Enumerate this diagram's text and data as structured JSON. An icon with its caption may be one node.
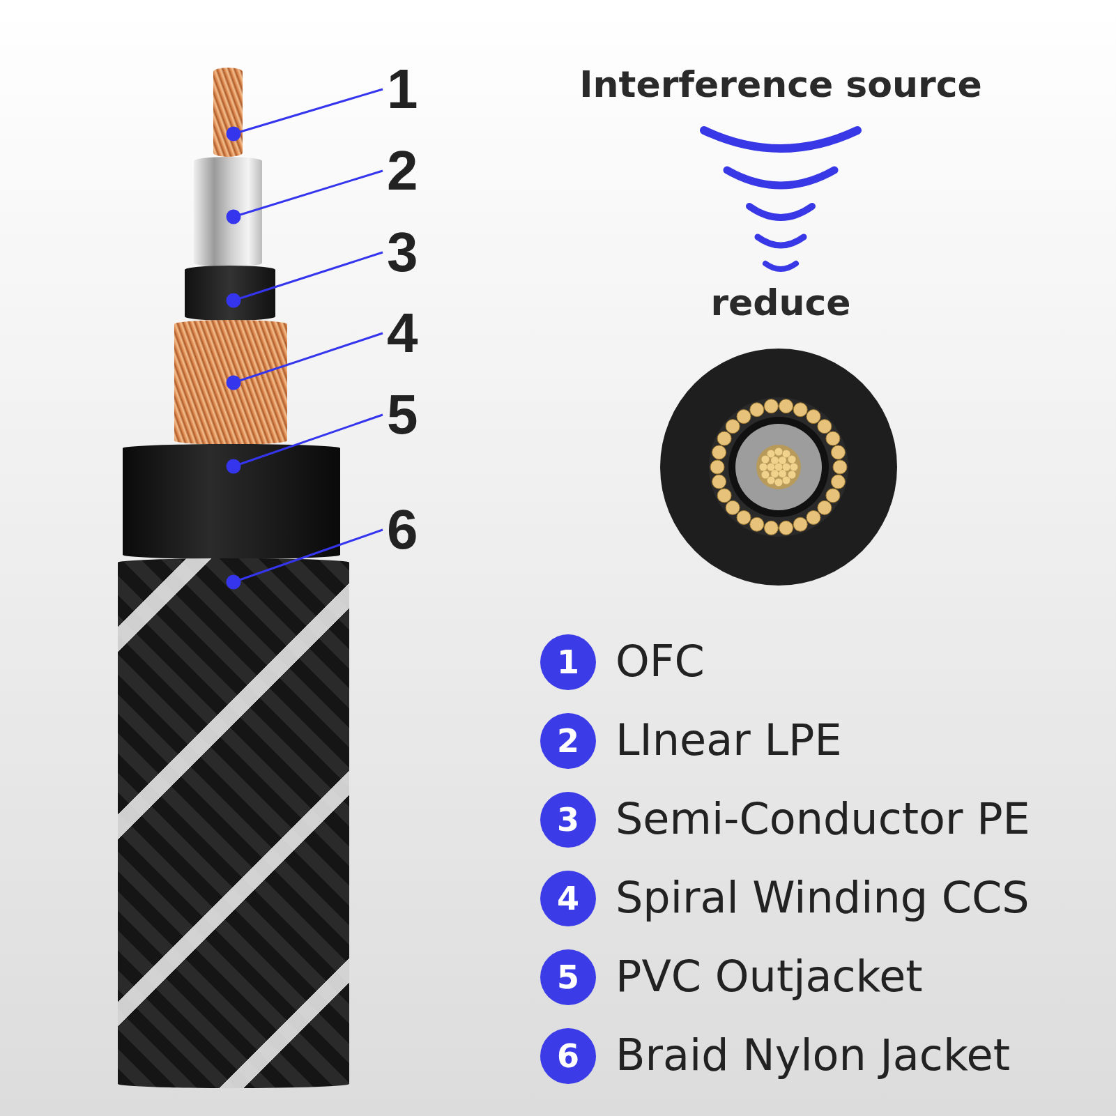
{
  "diagram": {
    "nodes": [
      {
        "text": [
          "1"
        ]
      },
      {
        "text": [
          "2"
        ]
      },
      {
        "text": [
          "3"
        ]
      },
      {
        "text": [
          "4"
        ]
      },
      {
        "text": [
          "5"
        ]
      },
      {
        "text": [
          "6"
        ]
      },
      {
        "text": [],
        "shape": "cylinder"
      },
      {
        "text": [],
        "shape": "cylinder"
      },
      {
        "text": [],
        "shape": "cylinder"
      },
      {
        "text": [],
        "shape": "cylinder"
      },
      {
        "text": [],
        "shape": "cylinder"
      },
      {
        "text": [],
        "shape": "cylinder"
      },
      {
        "text": [
          "1"
        ],
        "beside": [
          "OFC"
        ]
      },
      {
        "text": [
          "2"
        ],
        "beside": [
          "LInear LPE"
        ]
      },
      {
        "text": [
          "3"
        ],
        "beside": [
          "Semi-Conductor PE"
        ]
      },
      {
        "text": [
          "4"
        ],
        "beside": [
          "Spiral Winding CCS"
        ]
      },
      {
        "text": [
          "5"
        ],
        "beside": [
          "PVC Outjacket"
        ]
      },
      {
        "text": [
          "6"
        ],
        "beside": [
          "Braid Nylon Jacket"
        ]
      }
    ],
    "edges": [
      {
        "from": 0,
        "to": 6,
        "arrow": "other"
      },
      {
        "from": 1,
        "to": 7,
        "arrow": "other"
      },
      {
        "from": 2,
        "to": 8,
        "arrow": "other"
      },
      {
        "from": 3,
        "to": 9,
        "arrow": "other"
      },
      {
        "from": 4,
        "to": 10,
        "arrow": "other"
      },
      {
        "from": 5,
        "to": 11,
        "arrow": "other"
      }
    ],
    "labels": [
      "Interference source",
      "reduce"
    ]
  }
}
